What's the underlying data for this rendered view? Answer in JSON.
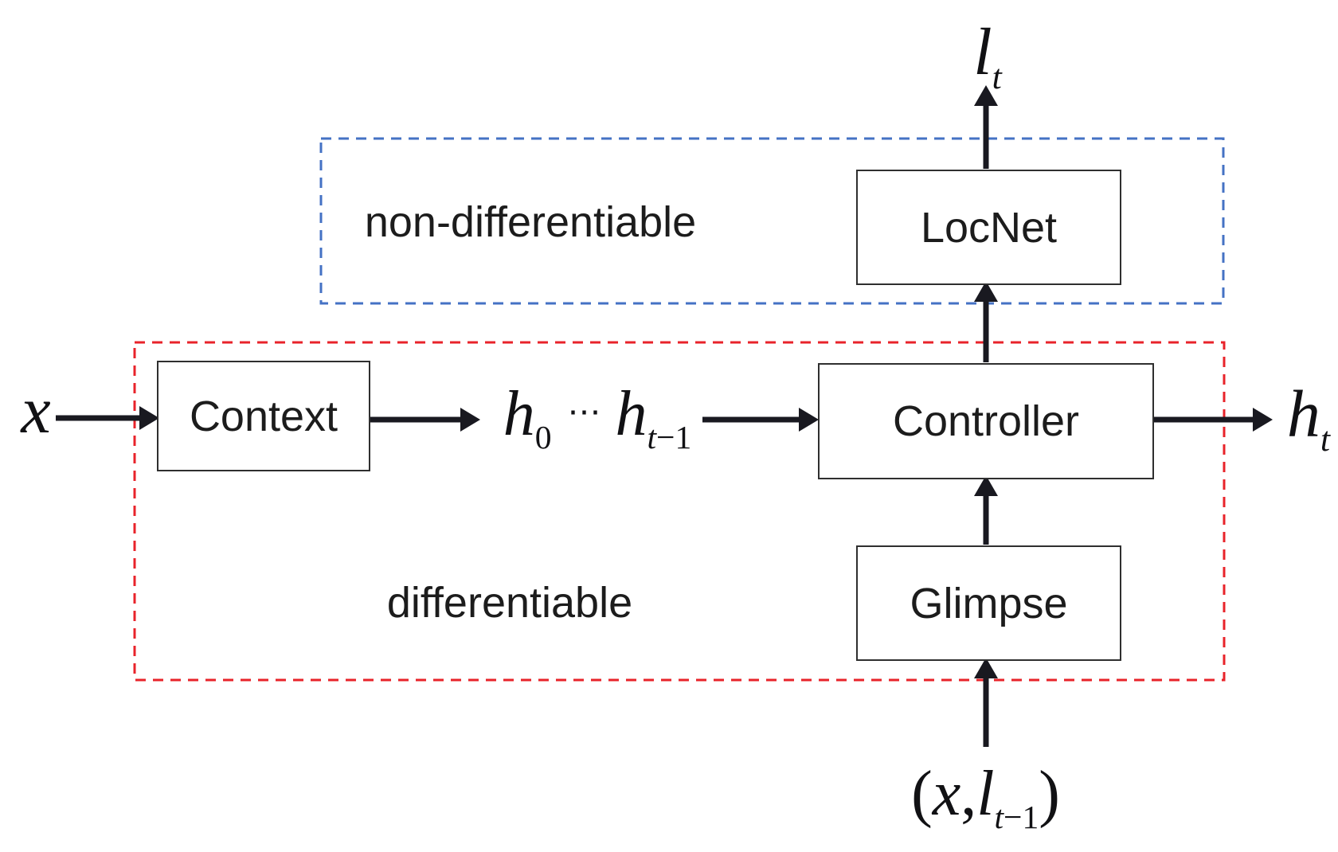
{
  "regions": {
    "non_differentiable": {
      "label": "non-differentiable",
      "border_color": "#4472c4"
    },
    "differentiable": {
      "label": "differentiable",
      "border_color": "#e8232a"
    }
  },
  "nodes": {
    "context": {
      "label": "Context"
    },
    "controller": {
      "label": "Controller"
    },
    "glimpse": {
      "label": "Glimpse"
    },
    "locnet": {
      "label": "LocNet"
    }
  },
  "math_labels": {
    "location_output": {
      "base": "l",
      "sub": "t"
    },
    "input": {
      "base": "x"
    },
    "hidden_states": {
      "first_base": "h",
      "first_sub": "0",
      "ellipsis": "⋯",
      "last_base": "h",
      "last_sub_letter": "t",
      "last_sub_rest": "−1"
    },
    "hidden_output": {
      "base": "h",
      "sub": "t"
    },
    "glimpse_input": {
      "open_paren": "(",
      "x": "x",
      "comma": ",",
      "l_base": "l",
      "l_sub_letter": "t",
      "l_sub_rest": "−1",
      "close_paren": ")"
    }
  },
  "colors": {
    "background": "#ffffff",
    "text": "#1c1c1c",
    "node_border": "#2f2f2f",
    "arrow": "#191920",
    "non_differentiable_border": "#4472c4",
    "differentiable_border": "#e8232a"
  }
}
